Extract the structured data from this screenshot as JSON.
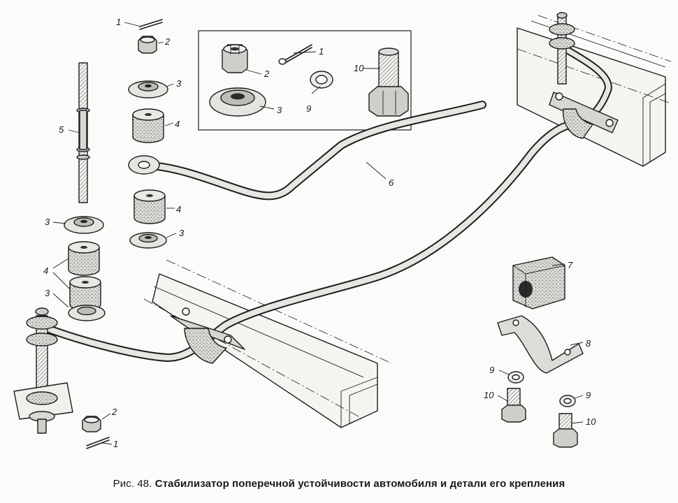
{
  "figure": {
    "prefix": "Рис. 48.",
    "title": "Стабилизатор поперечной устойчивости автомобиля и детали его крепления"
  },
  "callouts": [
    "1",
    "2",
    "3",
    "4",
    "5",
    "6",
    "7",
    "8",
    "9",
    "10"
  ]
}
